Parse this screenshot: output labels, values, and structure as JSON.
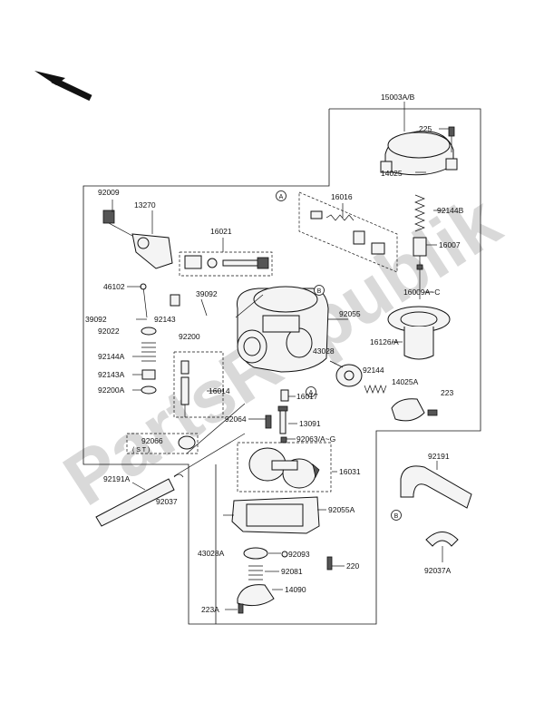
{
  "watermark": "PartsRepublik",
  "labels": {
    "l15003": "15003A/B",
    "l225": "225",
    "l14025": "14025",
    "l92009": "92009",
    "l13270": "13270",
    "l16016": "16016",
    "l92144b": "92144B",
    "l16007": "16007",
    "l16021": "16021",
    "l16009": "16009A~C",
    "l46102": "46102",
    "l39092a": "39092",
    "l39092b": "39092",
    "l92143": "92143",
    "l92055": "92055",
    "l92200": "92200",
    "l16126": "16126/A",
    "l92144a": "92144A",
    "l43028": "43028",
    "l92022": "92022",
    "l92144": "92144",
    "l92143a": "92143A",
    "l14025a": "14025A",
    "l92200a": "92200A",
    "l16014": "16014",
    "l16017": "16017",
    "l223": "223",
    "l92064": "92064",
    "l13091": "13091",
    "l92063": "92063/A~G",
    "l92066": "92066",
    "l92066sub": "( S T )",
    "l16031": "16031",
    "l92191": "92191",
    "l92191a": "92191A",
    "l92037": "92037",
    "l92055a": "92055A",
    "l43028a": "43028A",
    "l92093": "92093",
    "l220": "220",
    "l92081": "92081",
    "l14090": "14090",
    "l223a": "223A",
    "l92037a": "92037A",
    "circA": "A",
    "circB1": "B",
    "circB2": "B",
    "circA2": "A"
  }
}
